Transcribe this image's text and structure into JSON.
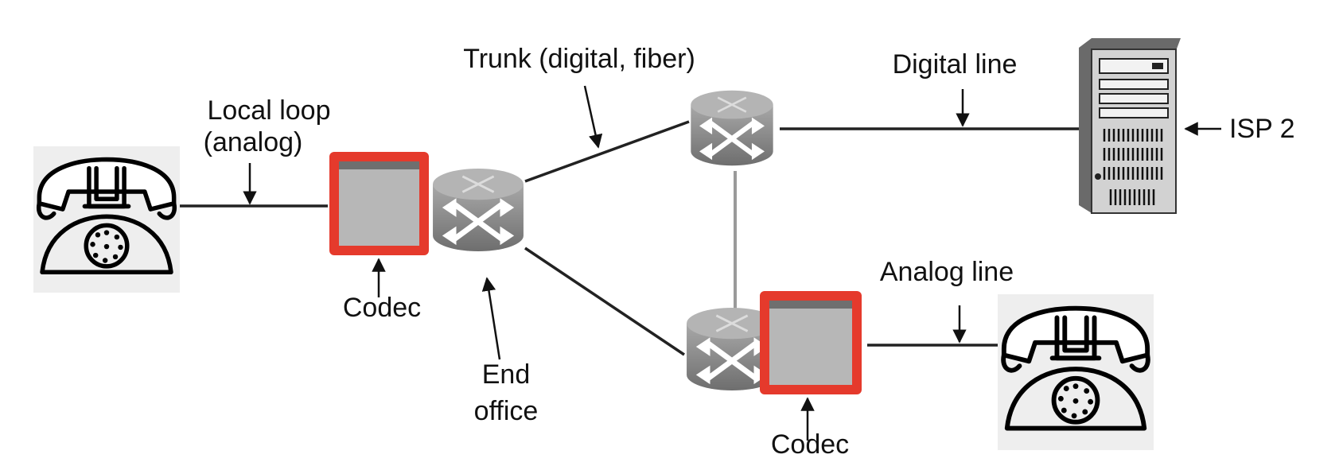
{
  "labels": {
    "local_loop_line1": "Local loop",
    "local_loop_line2": "(analog)",
    "trunk": "Trunk (digital, fiber)",
    "digital_line": "Digital line",
    "isp": "ISP 2",
    "analog_line": "Analog line",
    "codec_left": "Codec",
    "codec_right": "Codec",
    "end_office_line1": "End",
    "end_office_line2": "office"
  },
  "icons": {
    "telephone": "rotary-telephone-icon",
    "switch": "switch-router-icon",
    "server": "server-tower-icon",
    "codec": "codec-box-icon"
  },
  "colors": {
    "codec_highlight": "#e53a2c",
    "codec_fill": "#b7b7b7",
    "switch_body": "#8c8c8c",
    "line": "#222222"
  }
}
